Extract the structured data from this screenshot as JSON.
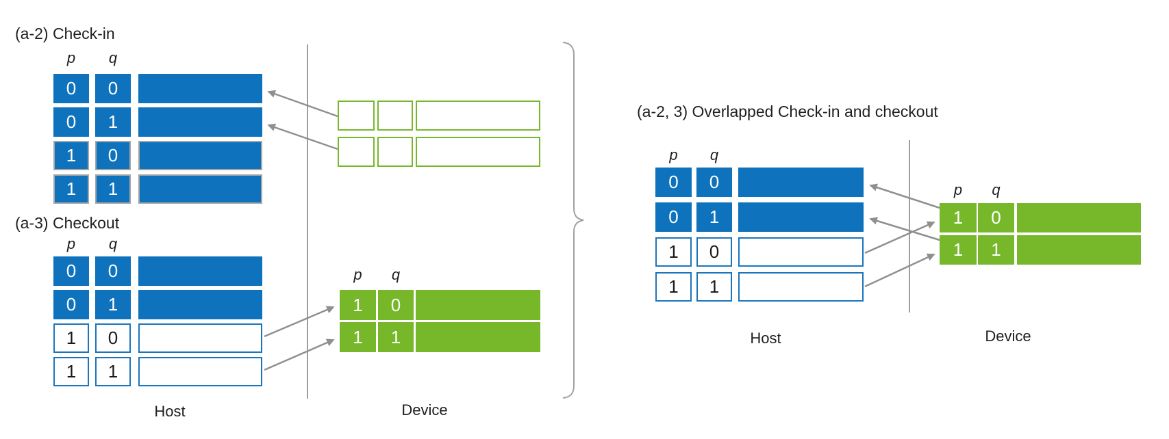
{
  "colors": {
    "host_blue": "#0e72bc",
    "host_blue_border": "#1b75bc",
    "device_green": "#76b82a",
    "gray_border": "#a6a6a6",
    "arrow_gray": "#8f8f8f",
    "divider_gray": "#7f7f7f",
    "brace_gray": "#a0a0a0",
    "text": "#1f1f1f"
  },
  "left": {
    "checkin": {
      "title": "(a-2) Check-in",
      "headers": {
        "p": "p",
        "q": "q"
      },
      "rows": [
        {
          "p": "0",
          "q": "0"
        },
        {
          "p": "0",
          "q": "1"
        },
        {
          "p": "1",
          "q": "0"
        },
        {
          "p": "1",
          "q": "1"
        }
      ]
    },
    "checkout": {
      "title": "(a-3) Checkout",
      "headers": {
        "p": "p",
        "q": "q"
      },
      "rows": [
        {
          "p": "0",
          "q": "0"
        },
        {
          "p": "0",
          "q": "1"
        },
        {
          "p": "1",
          "q": "0"
        },
        {
          "p": "1",
          "q": "1"
        }
      ]
    },
    "device_table": {
      "headers": {
        "p": "p",
        "q": "q"
      },
      "rows": [
        {
          "p": "1",
          "q": "0"
        },
        {
          "p": "1",
          "q": "1"
        }
      ]
    },
    "host_label": "Host",
    "device_label": "Device"
  },
  "right": {
    "title": "(a-2, 3) Overlapped Check-in and checkout",
    "host_table": {
      "headers": {
        "p": "p",
        "q": "q"
      },
      "rows": [
        {
          "p": "0",
          "q": "0"
        },
        {
          "p": "0",
          "q": "1"
        },
        {
          "p": "1",
          "q": "0"
        },
        {
          "p": "1",
          "q": "1"
        }
      ]
    },
    "device_table": {
      "headers": {
        "p": "p",
        "q": "q"
      },
      "rows": [
        {
          "p": "1",
          "q": "0"
        },
        {
          "p": "1",
          "q": "1"
        }
      ]
    },
    "host_label": "Host",
    "device_label": "Device"
  }
}
